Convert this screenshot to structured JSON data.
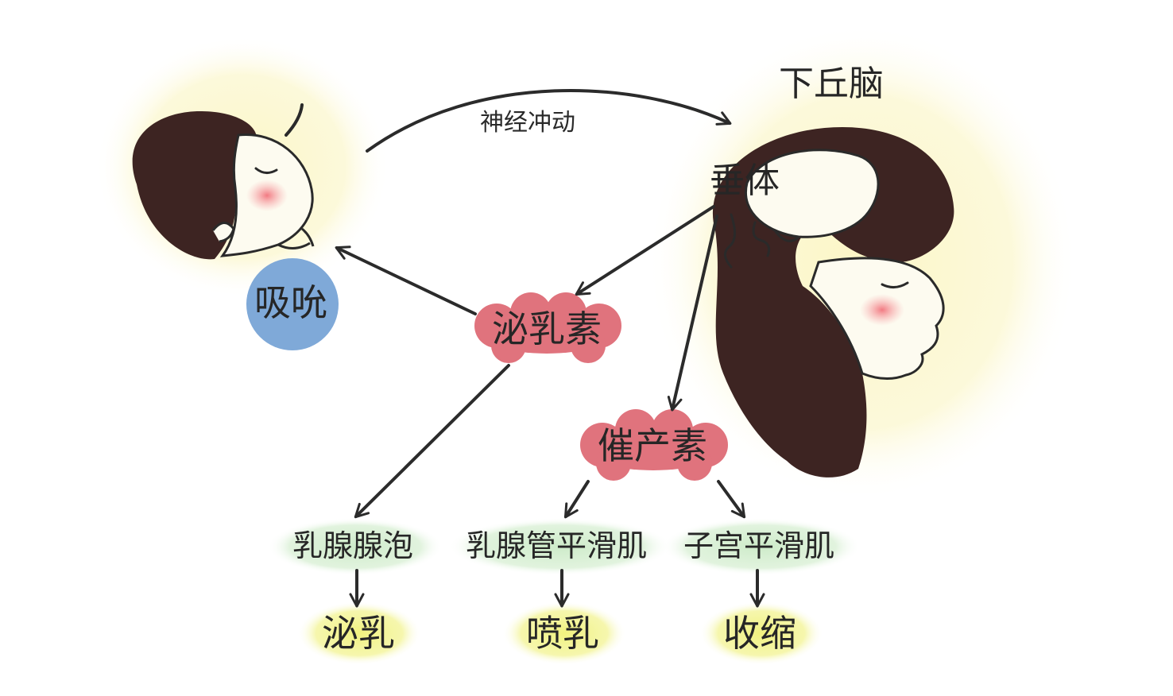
{
  "labels": {
    "hypothalamus": "下丘脑",
    "pituitary": "垂体",
    "nerve_impulse": "神经冲动",
    "sucking": "吸吮",
    "prolactin": "泌乳素",
    "oxytocin": "催产素",
    "alveoli": "乳腺腺泡",
    "duct_smooth_muscle": "乳腺管平滑肌",
    "uterine_smooth_muscle": "子宫平滑肌",
    "lactation": "泌乳",
    "milk_ejection": "喷乳",
    "contraction": "收缩"
  },
  "colors": {
    "hormone_bubble": "#e0737d",
    "sucking_bubble": "#7fa9d8",
    "target_glow": "#cfeccc",
    "effect_glow": "#f3f38a",
    "skin_glow": "#fbf7c8",
    "hair": "#3d2422",
    "cheek": "#f08a8f",
    "arrow": "#2b2b2b"
  }
}
